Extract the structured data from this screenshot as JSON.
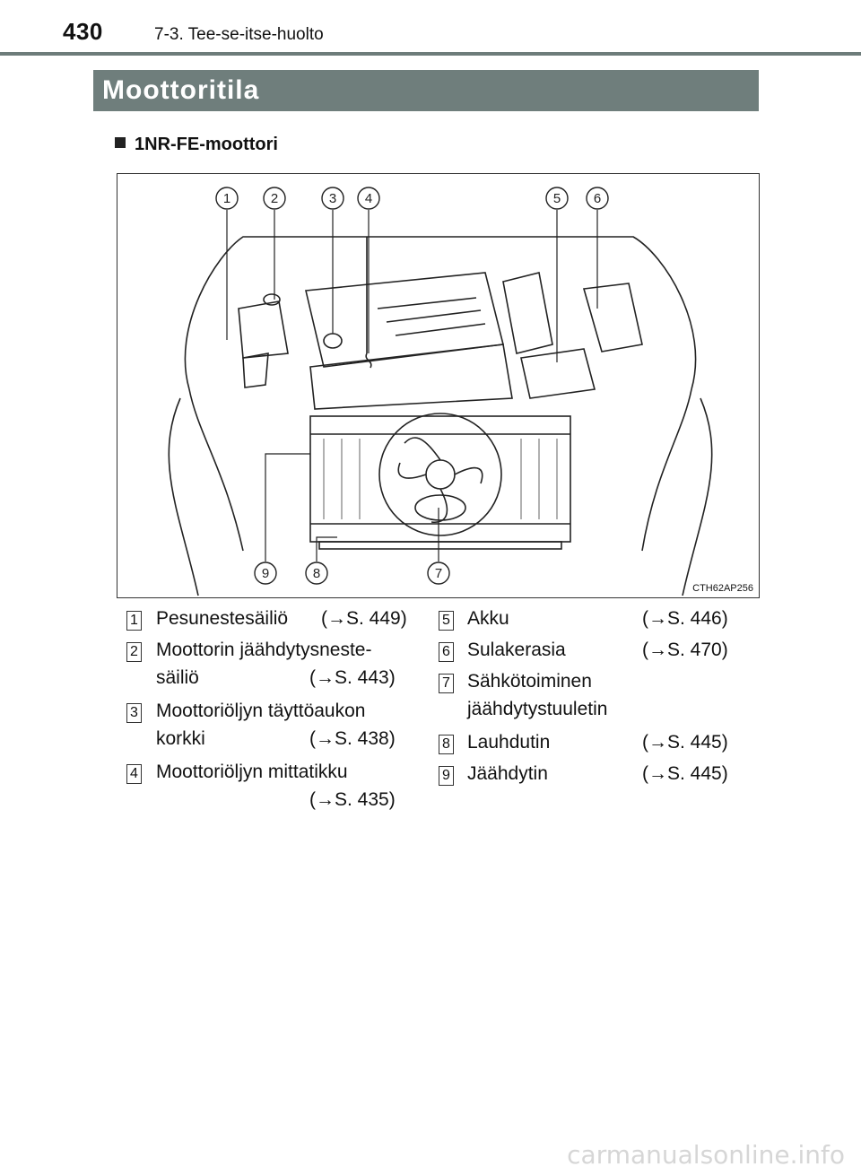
{
  "header": {
    "page_number": "430",
    "chapter": "7-3. Tee-se-itse-huolto"
  },
  "section_title": "Moottoritila",
  "subsection_title": "1NR-FE-moottori",
  "figure": {
    "code": "CTH62AP256",
    "callouts": [
      "1",
      "2",
      "3",
      "4",
      "5",
      "6",
      "7",
      "8",
      "9"
    ]
  },
  "legend": {
    "left": [
      {
        "num": "1",
        "lines": [
          "Pesunestesäiliö"
        ],
        "ref": "(→S. 449)"
      },
      {
        "num": "2",
        "lines": [
          "Moottorin jäähdytysneste-",
          "säiliö"
        ],
        "ref": "(→S. 443)"
      },
      {
        "num": "3",
        "lines": [
          "Moottoriöljyn täyttöaukon",
          "korkki"
        ],
        "ref": "(→S. 438)"
      },
      {
        "num": "4",
        "lines": [
          "Moottoriöljyn mittatikku",
          ""
        ],
        "ref": "(→S. 435)"
      }
    ],
    "right": [
      {
        "num": "5",
        "lines": [
          "Akku"
        ],
        "ref": "(→S. 446)"
      },
      {
        "num": "6",
        "lines": [
          "Sulakerasia"
        ],
        "ref": "(→S. 470)"
      },
      {
        "num": "7",
        "lines": [
          "Sähkötoiminen",
          "jäähdytystuuletin"
        ],
        "ref": ""
      },
      {
        "num": "8",
        "lines": [
          "Lauhdutin"
        ],
        "ref": "(→S. 445)"
      },
      {
        "num": "9",
        "lines": [
          "Jäähdytin"
        ],
        "ref": "(→S. 445)"
      }
    ]
  },
  "footer": {
    "watermark": "carmanualsonline.info"
  }
}
